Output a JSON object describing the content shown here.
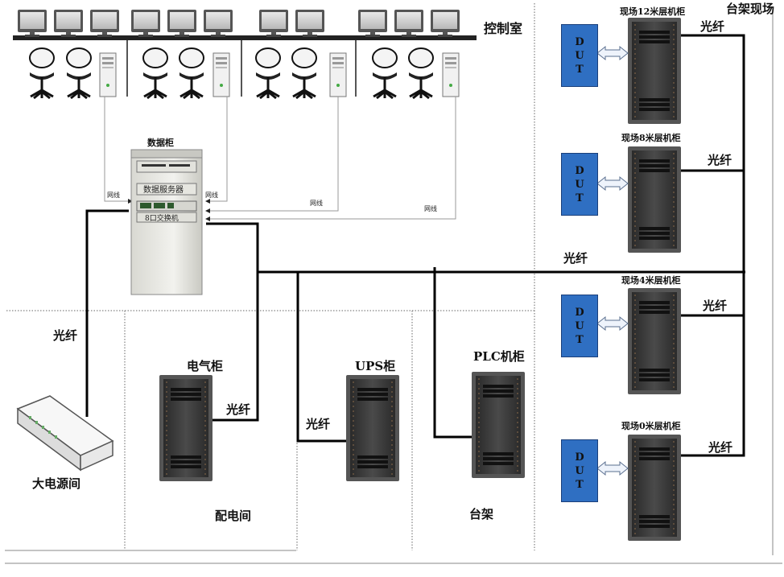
{
  "rooms": {
    "control_room": "控制室",
    "test_site": "台架现场",
    "power_room": "大电源间",
    "distribution_room": "配电间",
    "test_bench": "台架"
  },
  "cabinets": {
    "data_cabinet": "数据柜",
    "data_server": "数据服务器",
    "switch": "8口交换机",
    "electrical_cabinet": "电气柜",
    "ups_cabinet": "UPS柜",
    "plc_cabinet": "PLC机柜",
    "site_12m": "现场12米层机柜",
    "site_8m": "现场8米层机柜",
    "site_4m": "现场4米层机柜",
    "site_0m": "现场0米层机柜"
  },
  "links": {
    "fiber": "光纤",
    "network_cable": "网线"
  },
  "dut": {
    "label": [
      "D",
      "U",
      "T"
    ]
  },
  "colors": {
    "dut_fill": "#2f6fc2",
    "line": "#000000",
    "cabinet": "#3a3a3a"
  }
}
